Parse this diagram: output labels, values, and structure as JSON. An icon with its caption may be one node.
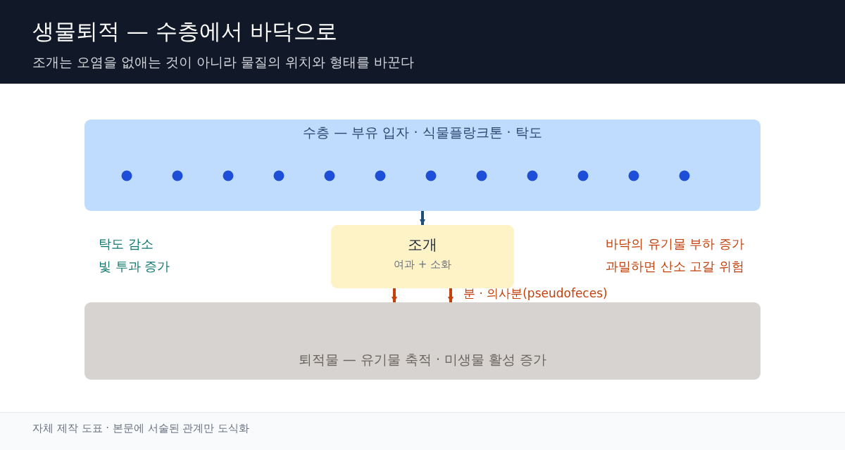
{
  "diagram": {
    "title": "생물퇴적 — 수층에서 바닥으로",
    "caption": "자체 제작 도표 · 본문에 서술된 관계만 도식화",
    "nodes": [
      {
        "text": [
          "수층 — 부유 입자 · 식물플랑크톤 · 탁도"
        ]
      },
      {
        "text": [
          "조개",
          "여과 + 소화"
        ]
      },
      {
        "text": [
          "퇴적물 — 유기물 축적 · 미생물 활성 증가"
        ]
      }
    ],
    "edges": [
      {
        "from": 0,
        "to": 1,
        "arrow": "to",
        "color": "#1f4e79"
      },
      {
        "from": 1,
        "to": 2,
        "arrow": "to"
      },
      {
        "from": 1,
        "to": 2,
        "arrow": "to",
        "label": "분 · 의사분(pseudofeces)"
      }
    ],
    "labels": [
      "조개는 오염을 없애는 것이 아니라 물질의 위치와 형태를 바꾼다",
      "탁도 감소",
      "빛 투과 증가",
      "바닥의 유기물 부하 증가",
      "과밀하면 산소 고갈 위험"
    ]
  }
}
